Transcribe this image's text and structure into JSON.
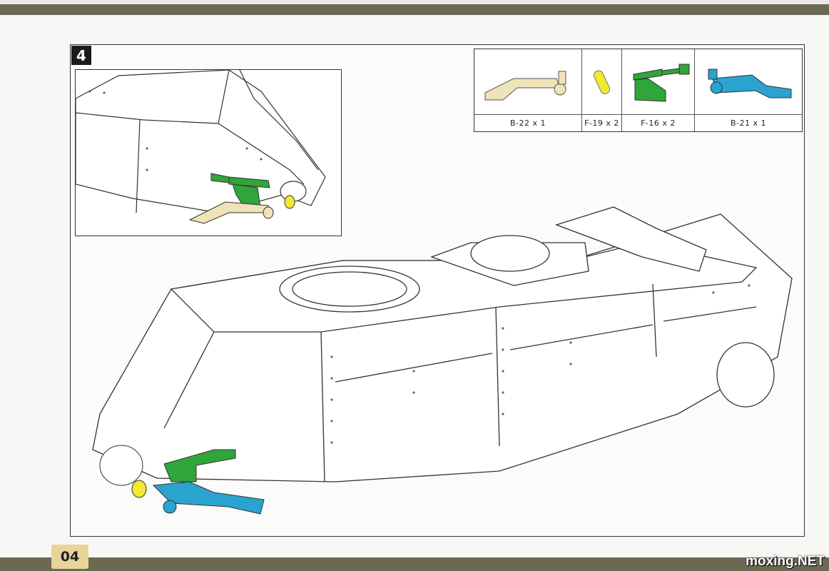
{
  "step": {
    "number": "4"
  },
  "parts": [
    {
      "label": "B-22 x 1",
      "color": "#efe3b8"
    },
    {
      "label": "F-19 x 2",
      "color": "#f3e92e"
    },
    {
      "label": "F-16 x 2",
      "color": "#2fa53a"
    },
    {
      "label": "B-21 x 1",
      "color": "#2ba3cf"
    }
  ],
  "page": {
    "number": "04"
  },
  "watermark": "moxing.NET",
  "colors": {
    "band": "#6c6852",
    "page_tab": "#e9d49a"
  }
}
